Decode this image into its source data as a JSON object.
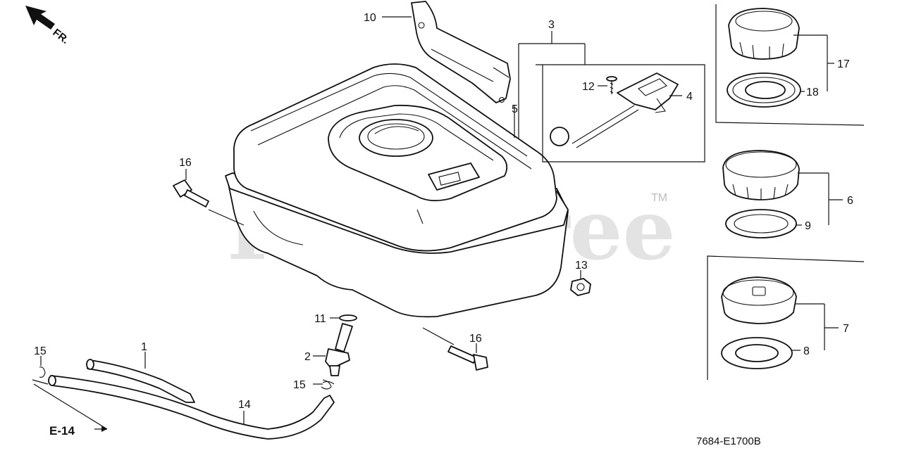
{
  "diagram": {
    "orientation_label": "FR.",
    "reference_label": "E-14",
    "figure_code": "7684-E1700B",
    "watermark": "PartsTree",
    "trademark": "TM",
    "callouts": {
      "c1": "1",
      "c2": "2",
      "c3": "3",
      "c4": "4",
      "c5": "5",
      "c6": "6",
      "c7": "7",
      "c8": "8",
      "c9": "9",
      "c10": "10",
      "c11": "11",
      "c12": "12",
      "c13": "13",
      "c14": "14",
      "c15a": "15",
      "c15b": "15",
      "c16a": "16",
      "c16b": "16",
      "c17": "17",
      "c18": "18"
    }
  }
}
